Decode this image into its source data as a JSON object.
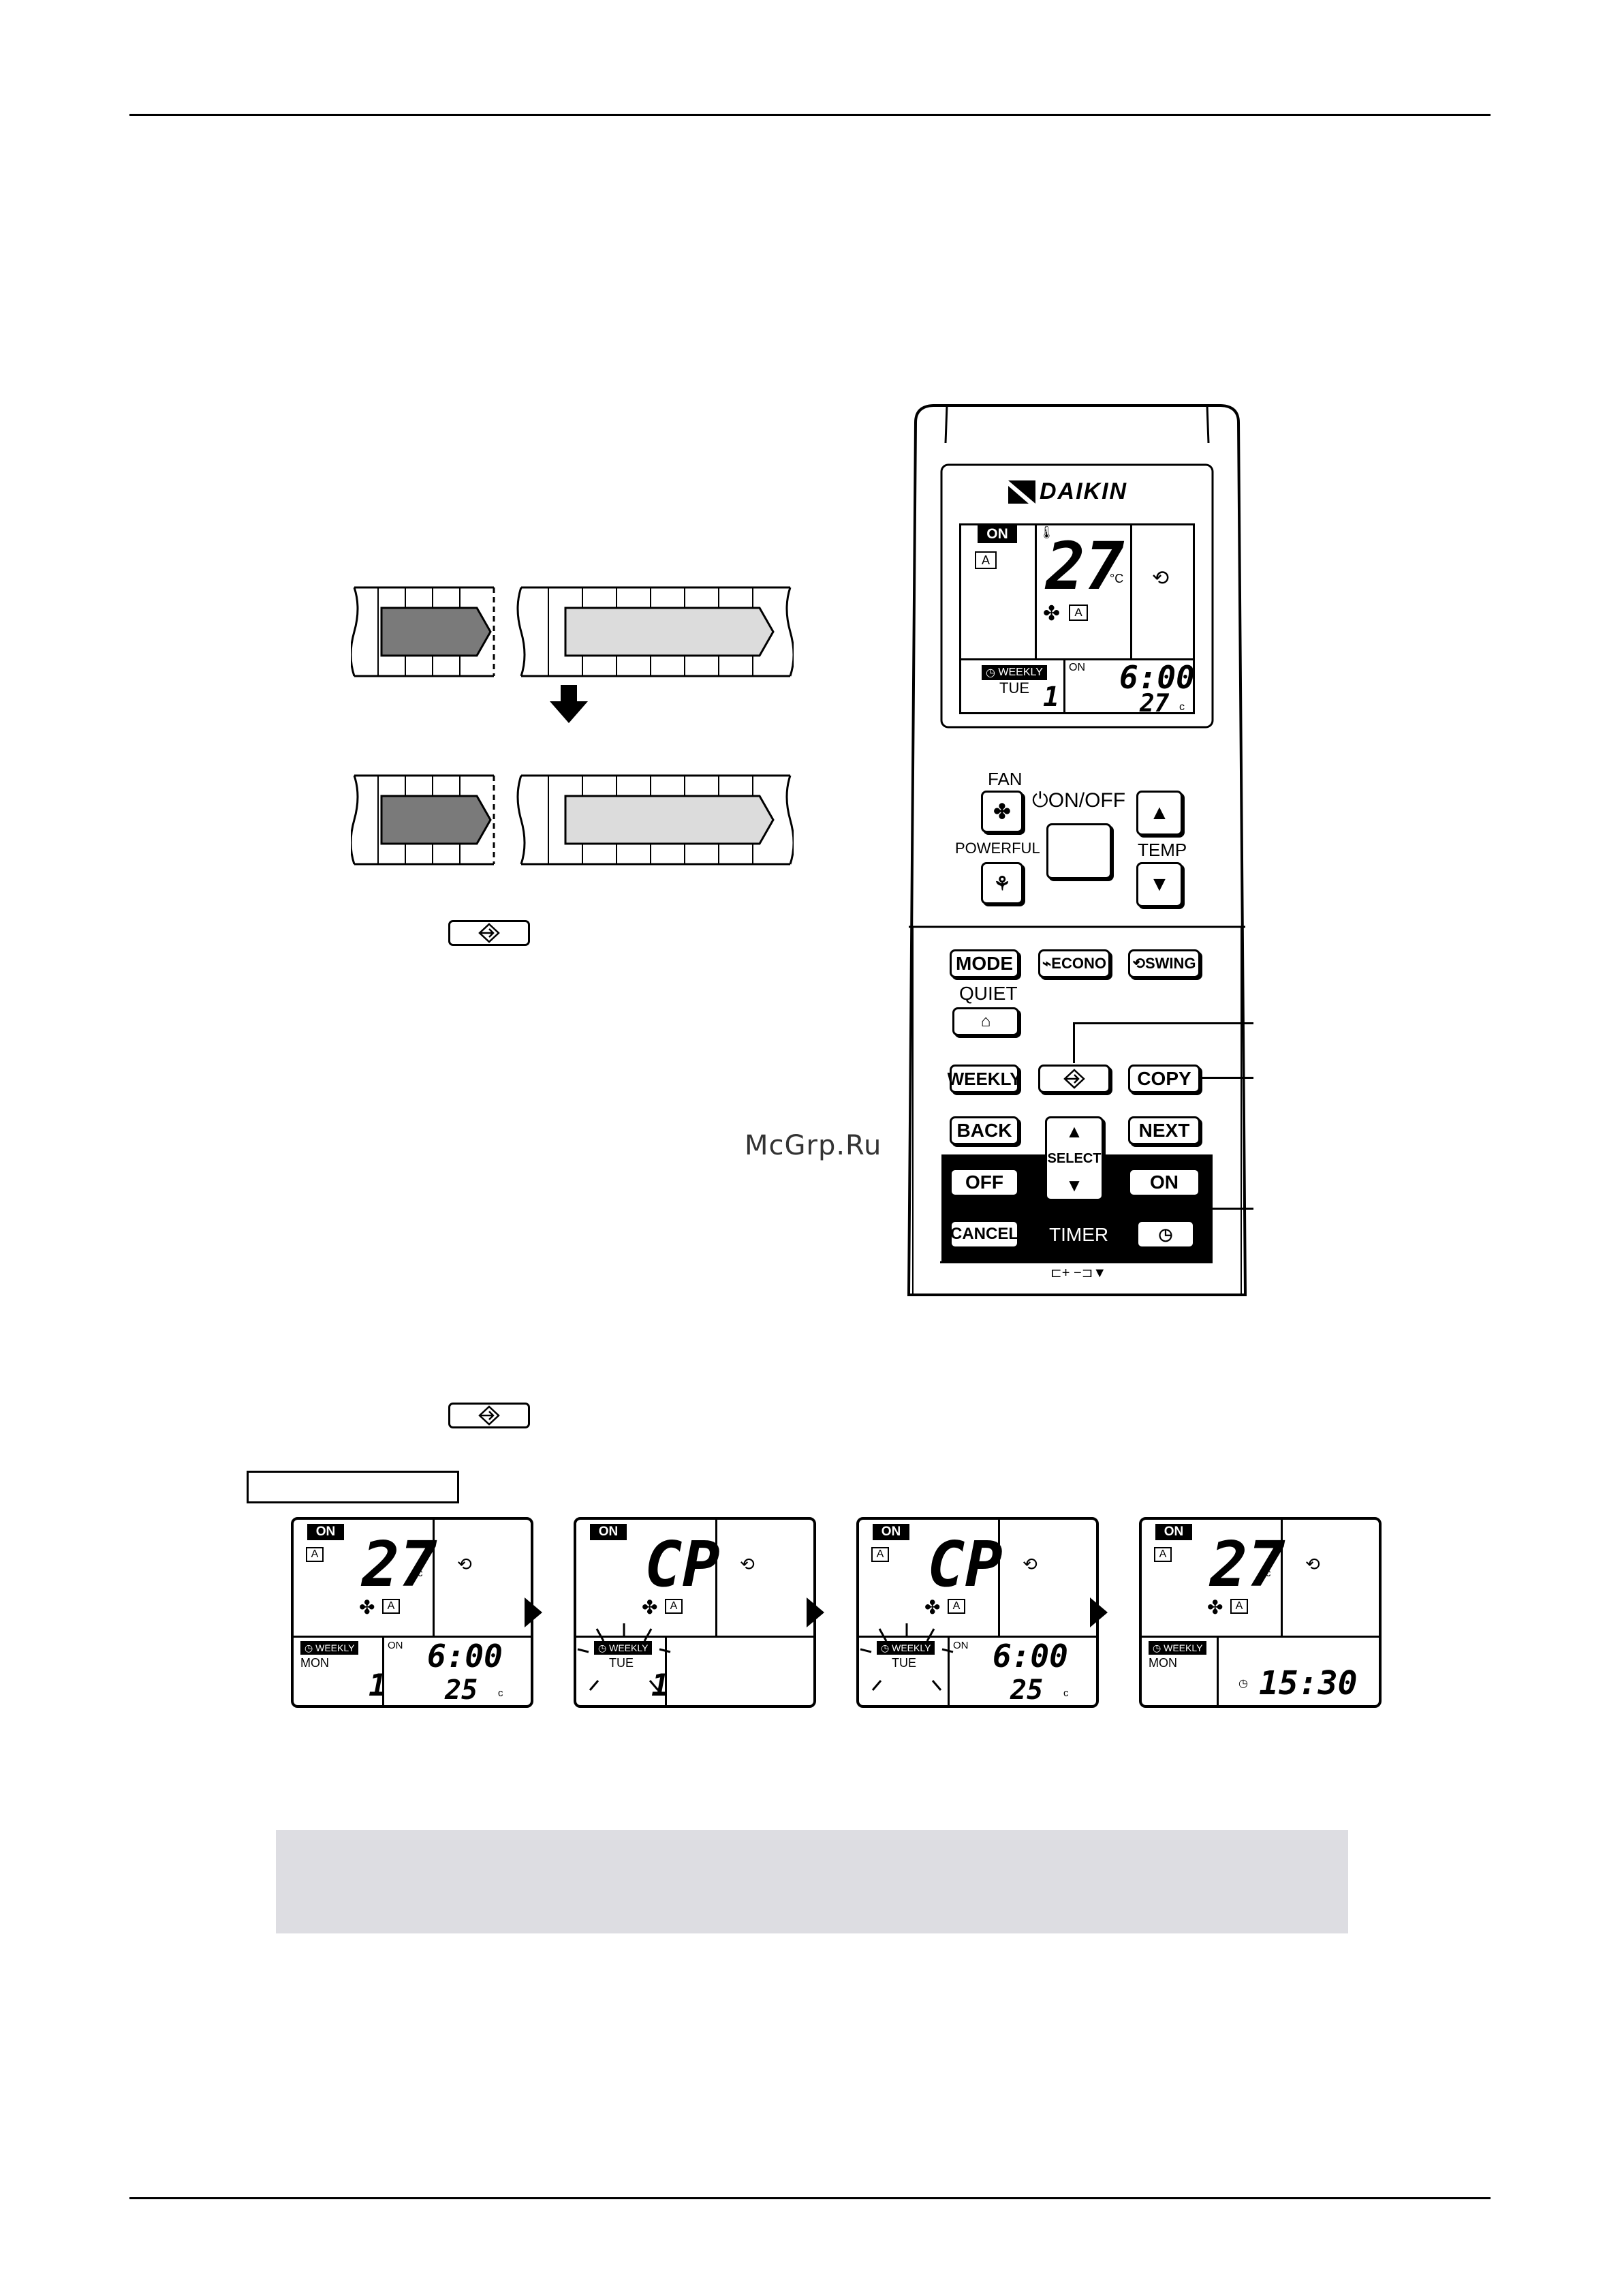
{
  "remote": {
    "brand": "DAIKIN",
    "display": {
      "on_badge": "ON",
      "mode_badge": "A",
      "temp": "27",
      "temp_unit": "°C",
      "fan_badge": "A",
      "weekly_badge": "WEEKLY",
      "day": "TUE",
      "program": "1",
      "timer_on": "ON",
      "timer_time": "6:00",
      "timer_temp": "27",
      "timer_unit": "c"
    },
    "buttons": {
      "fan_label": "FAN",
      "onoff_label": "ON/OFF",
      "powerful_label": "POWERFUL",
      "temp_label": "TEMP",
      "mode": "MODE",
      "econo": "ECONO",
      "swing": "SWING",
      "quiet_label": "QUIET",
      "weekly": "WEEKLY",
      "copy": "COPY",
      "back": "BACK",
      "next": "NEXT",
      "select_label": "SELECT",
      "off": "OFF",
      "on": "ON",
      "cancel": "CANCEL",
      "timer_label": "TIMER"
    }
  },
  "watermark": "McGrp.Ru",
  "lcd_panels": [
    {
      "on_badge": "ON",
      "mode_badge": "A",
      "big": "27",
      "unit": "c",
      "fan_badge": "A",
      "weekly_badge": "WEEKLY",
      "day": "MON",
      "program": "1",
      "timer_on": "ON",
      "time": "6:00",
      "temp": "25",
      "temp_unit": "c"
    },
    {
      "on_badge": "ON",
      "mode_badge": "",
      "big": "CP",
      "unit": "",
      "fan_badge": "A",
      "weekly_badge": "WEEKLY",
      "day": "TUE",
      "program": "1",
      "timer_on": "",
      "time": "",
      "temp": "",
      "temp_unit": ""
    },
    {
      "on_badge": "ON",
      "mode_badge": "A",
      "big": "CP",
      "unit": "",
      "fan_badge": "A",
      "weekly_badge": "WEEKLY",
      "day": "TUE",
      "program": "",
      "timer_on": "ON",
      "time": "6:00",
      "temp": "25",
      "temp_unit": "c"
    },
    {
      "on_badge": "ON",
      "mode_badge": "A",
      "big": "27",
      "unit": "c",
      "fan_badge": "A",
      "weekly_badge": "WEEKLY",
      "day": "MON",
      "program": "",
      "timer_on": "",
      "time": "15:30",
      "temp": "",
      "temp_unit": ""
    }
  ],
  "colors": {
    "dark_bar": "#7a7a7a",
    "light_bar": "#dcdcdc",
    "note_bg": "#dddde2"
  }
}
